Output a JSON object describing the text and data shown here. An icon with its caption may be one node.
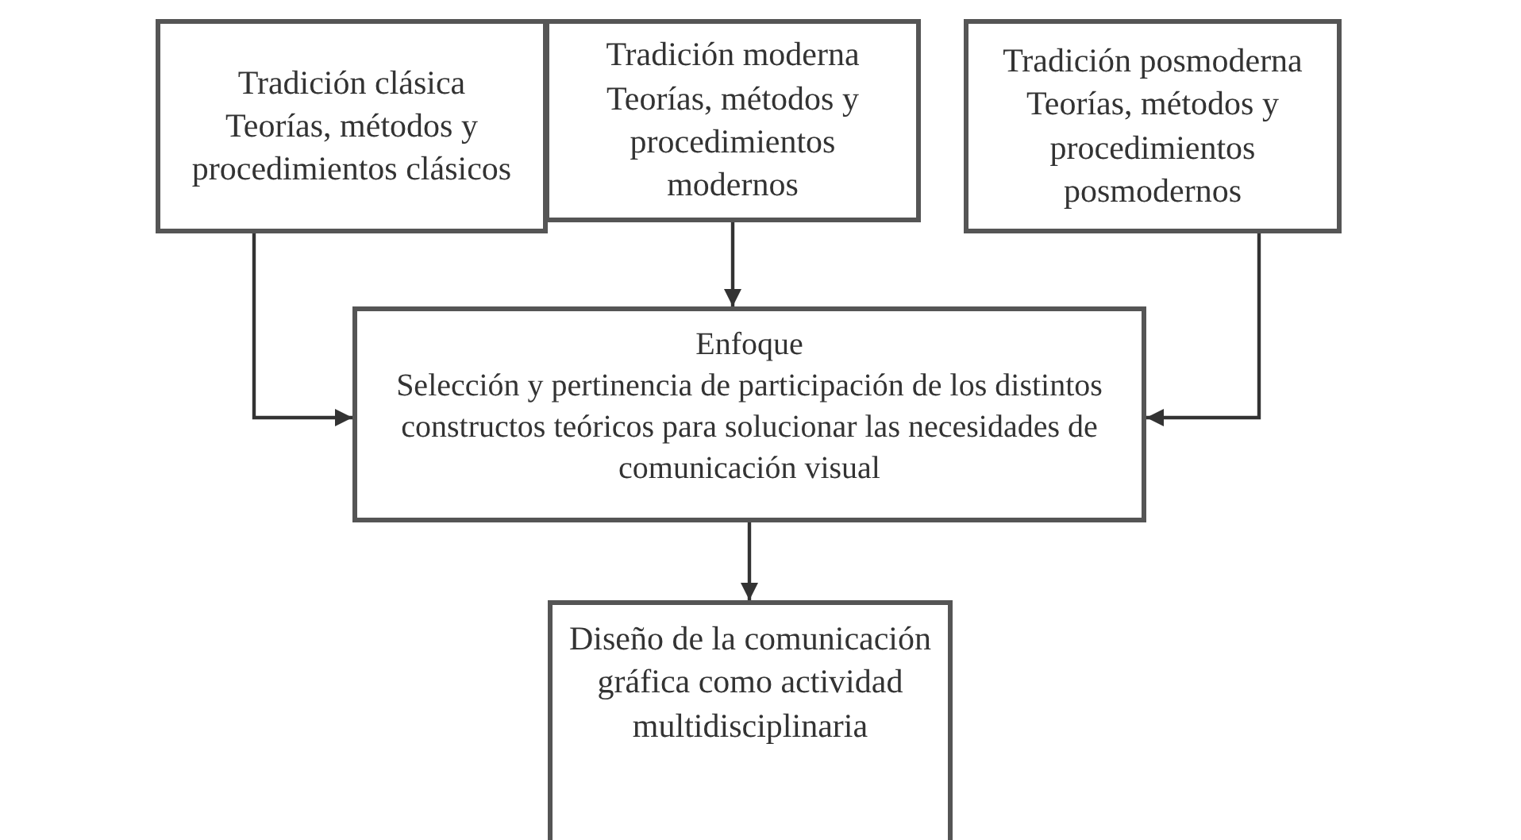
{
  "diagram": {
    "nodes": [
      {
        "text": [
          "Tradición clásica",
          "Teorías, métodos y procedimientos clásicos"
        ]
      },
      {
        "text": [
          "Tradición moderna",
          "Teorías, métodos y procedimientos modernos"
        ]
      },
      {
        "text": [
          "Tradición posmoderna",
          "Teorías, métodos y procedimientos posmodernos"
        ]
      },
      {
        "text": [
          "Enfoque",
          "Selección y pertinencia de participación de los distintos constructos teóricos para solucionar las necesidades de comunicación visual"
        ]
      },
      {
        "text": [
          "Diseño de la comunicación gráfica como actividad multidisciplinaria"
        ]
      }
    ],
    "edges": [
      {
        "from": 0,
        "to": 3,
        "arrow": "to"
      },
      {
        "from": 1,
        "to": 3,
        "arrow": "to"
      },
      {
        "from": 2,
        "to": 3,
        "arrow": "to"
      },
      {
        "from": 3,
        "to": 4,
        "arrow": "to"
      }
    ]
  }
}
